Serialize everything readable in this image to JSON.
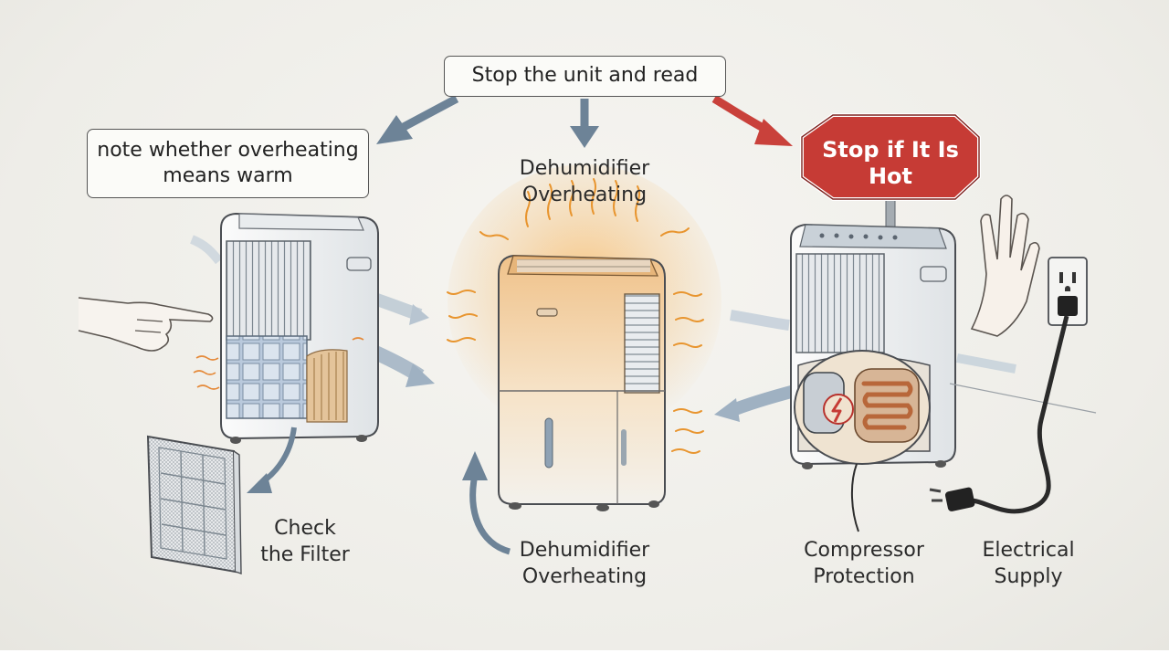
{
  "top_box": {
    "text": "Stop the unit and read"
  },
  "note_box": {
    "text": "note whether overheating\nmeans warm"
  },
  "center_title": {
    "text": "Dehumidifier\nOverheating"
  },
  "stop_sign": {
    "text": "Stop if It Is\nHot"
  },
  "labels": {
    "check_filter": "Check\nthe Filter",
    "dehumidifier_overheating": "Dehumidifier\nOverheating",
    "compressor_protection": "Compressor\nProtection",
    "electrical_supply": "Electrical\nSupply"
  },
  "colors": {
    "arrow_blue": "#6d8397",
    "arrow_red": "#c9413b",
    "stop_red": "#c63b35",
    "heat_orange": "#e8952f",
    "unit_white": "#f3f4f4",
    "outline": "#4a4d52"
  }
}
